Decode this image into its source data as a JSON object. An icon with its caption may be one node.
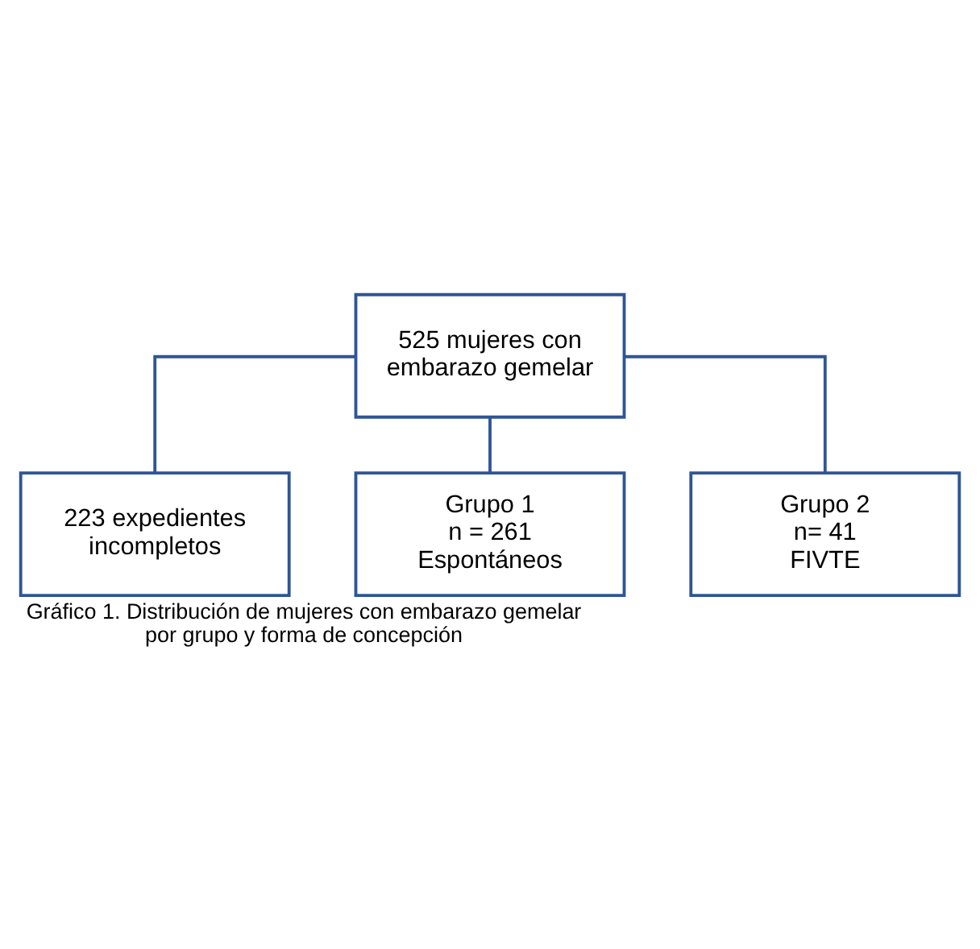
{
  "diagram": {
    "caption": "Gráfico 1. Distribución de mujeres con embarazo gemelar por grupo y forma de concepción",
    "nodes": [
      {
        "text": [
          "525 mujeres con embarazo gemelar"
        ]
      },
      {
        "text": [
          "223 expedientes incompletos"
        ]
      },
      {
        "text": [
          "Grupo 1",
          "n = 261",
          "Espontáneos"
        ]
      },
      {
        "text": [
          "Grupo 2",
          "n= 41",
          "FIVTE"
        ]
      }
    ],
    "edges": [
      {
        "from": 0,
        "to": 1,
        "arrow": "none"
      },
      {
        "from": 0,
        "to": 2,
        "arrow": "none"
      },
      {
        "from": 0,
        "to": 3,
        "arrow": "none"
      }
    ]
  }
}
